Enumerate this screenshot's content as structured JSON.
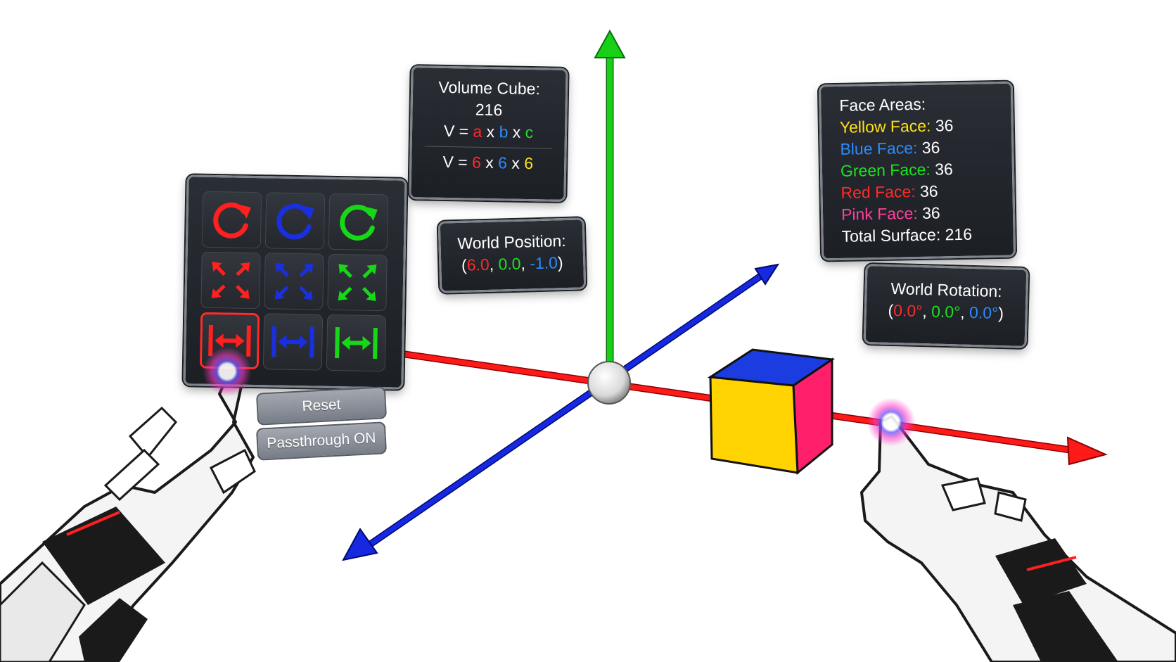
{
  "volume_panel": {
    "title": "Volume Cube:",
    "value": "216",
    "formula": {
      "prefix": "V =",
      "a": "a",
      "x1": "x",
      "b": "b",
      "x2": "x",
      "c": "c"
    },
    "values": {
      "prefix": "V =",
      "a": "6",
      "x1": "x",
      "b": "6",
      "x2": "x",
      "c": "6"
    }
  },
  "position_panel": {
    "title": "World Position:",
    "open": "(",
    "x": "6.0",
    "sep1": ",",
    "y": "0.0",
    "sep2": ",",
    "z": "-1.0",
    "close": ")"
  },
  "face_panel": {
    "title": "Face Areas:",
    "rows": [
      {
        "label": "Yellow Face:",
        "value": "36"
      },
      {
        "label": "Blue Face:",
        "value": "36"
      },
      {
        "label": "Green Face:",
        "value": "36"
      },
      {
        "label": "Red Face:",
        "value": "36"
      },
      {
        "label": "Pink Face:",
        "value": "36"
      }
    ],
    "total_label": "Total Surface:",
    "total_value": "216"
  },
  "rotation_panel": {
    "title": "World Rotation:",
    "open": "(",
    "x": "0.0°",
    "sep1": ",",
    "y": "0.0°",
    "sep2": ",",
    "z": "0.0°",
    "close": ")"
  },
  "buttons": {
    "reset": "Reset",
    "passthrough": "Passthrough ON"
  },
  "grid": {
    "rows": [
      "rotate",
      "scale",
      "stretch"
    ],
    "colors": [
      "#ff2020",
      "#1a2fe0",
      "#16d816"
    ],
    "active_cell": "stretch-x"
  },
  "axis_colors": {
    "x": "#ff1a1a",
    "y": "#18d018",
    "z": "#1628e0"
  },
  "cube_colors": {
    "front": "#ffd400",
    "top": "#1a3ce0",
    "side": "#ff1f6a"
  },
  "icons": [
    "rotate-icon",
    "scale-arrows-icon",
    "stretch-arrow-icon",
    "hand-pointer-icon",
    "touch-indicator-icon"
  ]
}
